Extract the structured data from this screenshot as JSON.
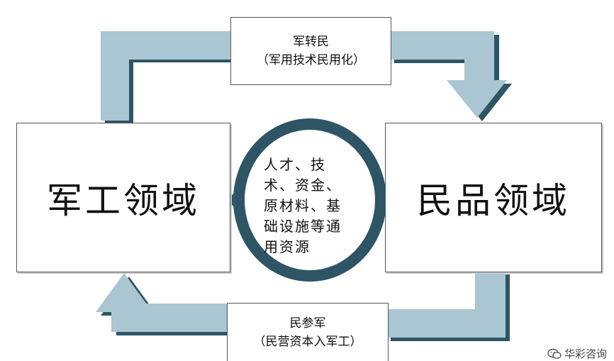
{
  "diagram": {
    "left_box": {
      "title": "军工领域"
    },
    "right_box": {
      "title": "民品领域"
    },
    "top_flow": {
      "line1": "军转民",
      "line2": "（军用技术民用化）"
    },
    "bottom_flow": {
      "line1": "民参军",
      "line2": "（民营资本入军工）"
    },
    "center": {
      "text": "人才、技术、资金、原材料、基础设施等通用资源"
    },
    "colors": {
      "arrow_fill": "#a9c6d2",
      "arrow_shadow": "#2e5566",
      "ring": "#2e5566",
      "box_border": "#555555"
    }
  },
  "watermark": {
    "icon": "wechat-icon",
    "text": "华彩咨询"
  }
}
